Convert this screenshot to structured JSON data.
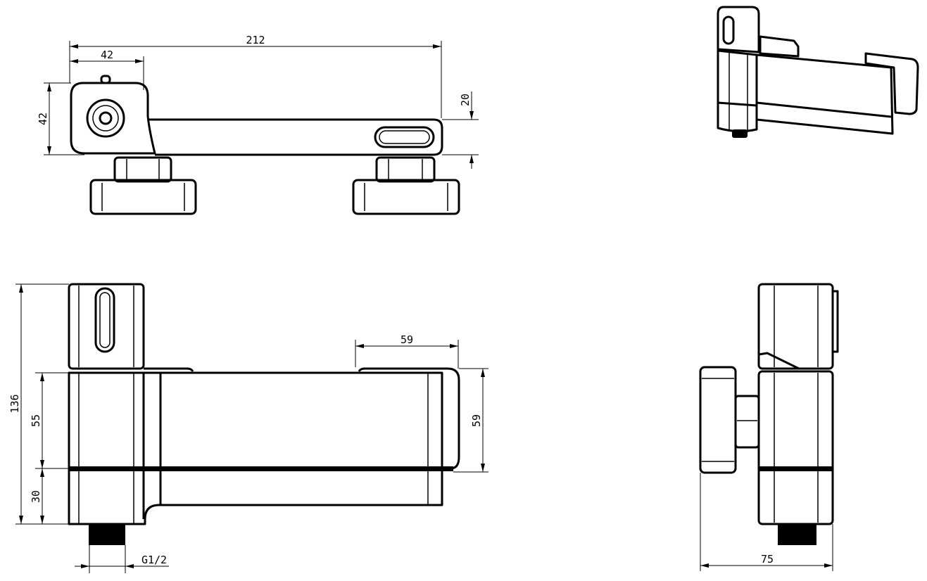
{
  "drawing": {
    "views": [
      "top-view",
      "front-view",
      "side-view",
      "isometric-view"
    ],
    "dimensions": {
      "overall_length": "212",
      "head_width": "42",
      "head_height": "42",
      "arm_height": "20",
      "total_height": "136",
      "body_height": "55",
      "lower_height": "30",
      "arm_depth": "59",
      "cap_height": "59",
      "thread": "G1/2",
      "side_width": "75"
    },
    "line_color": "#000000",
    "background": "#ffffff"
  }
}
